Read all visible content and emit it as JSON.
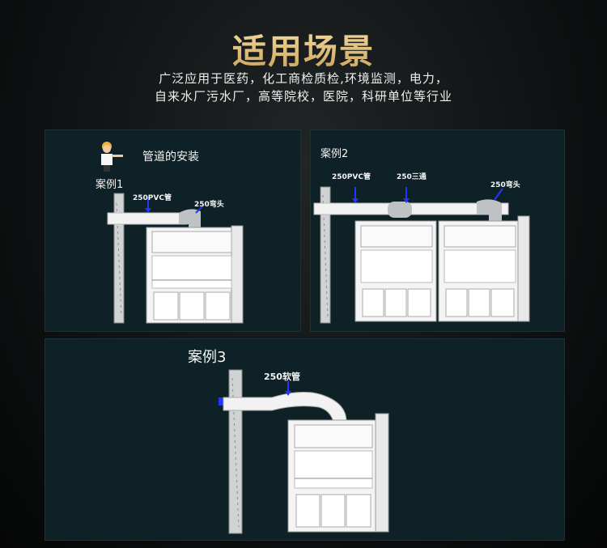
{
  "title": "适用场景",
  "subtitle_line1": "广泛应用于医药，化工商检质检,环境监测，电力，",
  "subtitle_line2": "自来水厂污水厂，高等院校，医院，科研单位等行业",
  "panel1": {
    "heading": "管道的安装",
    "case_label": "案例1",
    "pipe_label": "250PVC管",
    "elbow_label": "250弯头"
  },
  "panel2": {
    "case_label": "案例2",
    "pipe_label": "250PVC管",
    "tee_label": "250三通",
    "elbow_label": "250弯头"
  },
  "panel3": {
    "case_label": "案例3",
    "hose_label": "250软管"
  }
}
